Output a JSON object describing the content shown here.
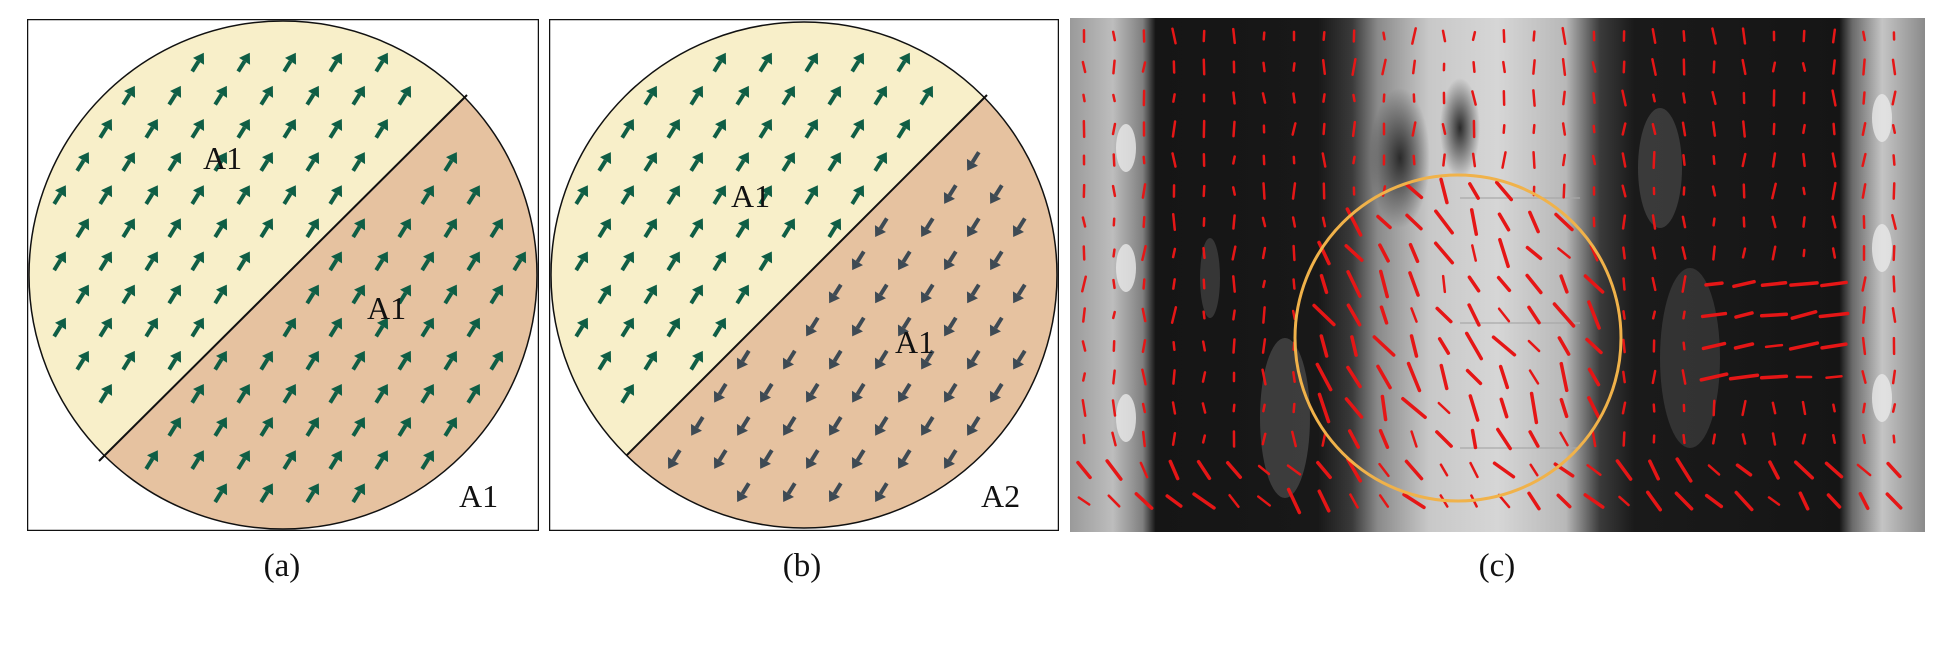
{
  "panels": [
    {
      "id": "a",
      "caption": "(a)",
      "regions": [
        {
          "name": "upper-region",
          "label": "A1",
          "arrow_direction": "up-right",
          "arrow_color": "#0f5e45",
          "fill": "#f8efc9"
        },
        {
          "name": "lower-region",
          "label": "A1",
          "arrow_direction": "up-right",
          "arrow_color": "#0f5e45",
          "fill": "#e6c2a0"
        }
      ],
      "corner_label": "A1"
    },
    {
      "id": "b",
      "caption": "(b)",
      "regions": [
        {
          "name": "upper-region",
          "label": "A1",
          "arrow_direction": "up-right",
          "arrow_color": "#0f5e45",
          "fill": "#f8efc9"
        },
        {
          "name": "lower-region",
          "label": "A1",
          "arrow_direction": "down-left",
          "arrow_color": "#3e4a54",
          "fill": "#e6c2a0"
        }
      ],
      "corner_label": "A2"
    },
    {
      "id": "c",
      "caption": "(c)",
      "image": "grayscale-scan-with-red-vector-field",
      "highlight_circle_color": "#f0b24a",
      "vector_color": "#e51616"
    }
  ]
}
